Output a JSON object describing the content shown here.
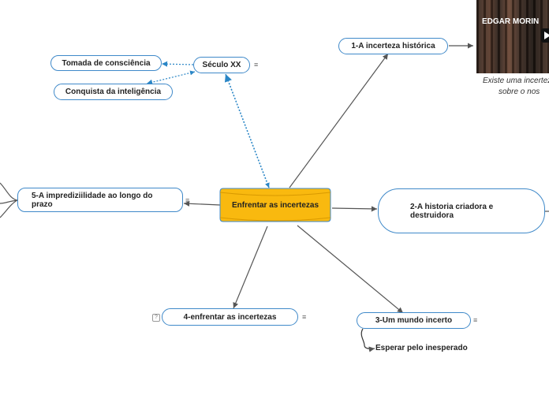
{
  "central": {
    "label": "Enfrentar as incertezas",
    "fill": "#f9b90f"
  },
  "nodes": {
    "seculo": "Século XX",
    "tomada": "Tomada de consciência",
    "conquista": "Conquista da inteligência",
    "historica": "1-A incerteza histórica",
    "historia": "2-A historia criadora e destruidora",
    "mundo": "3-Um mundo incerto",
    "enfrentar": "4-enfrentar as incertezas",
    "imprevisibilidade": "5-A imprediziilidade ao longo do prazo",
    "esperar": "Esperar pelo inesperado"
  },
  "media": {
    "title": "EDGAR MORIN",
    "caption_line1": "Existe uma incertez",
    "caption_line2": "sobre o nos"
  },
  "colors": {
    "border": "#3f89c9",
    "connector": "#555555",
    "dotted": "#2a86c6"
  },
  "icons": {
    "note": "notes-icon",
    "question": "question-icon",
    "play": "play-icon"
  }
}
